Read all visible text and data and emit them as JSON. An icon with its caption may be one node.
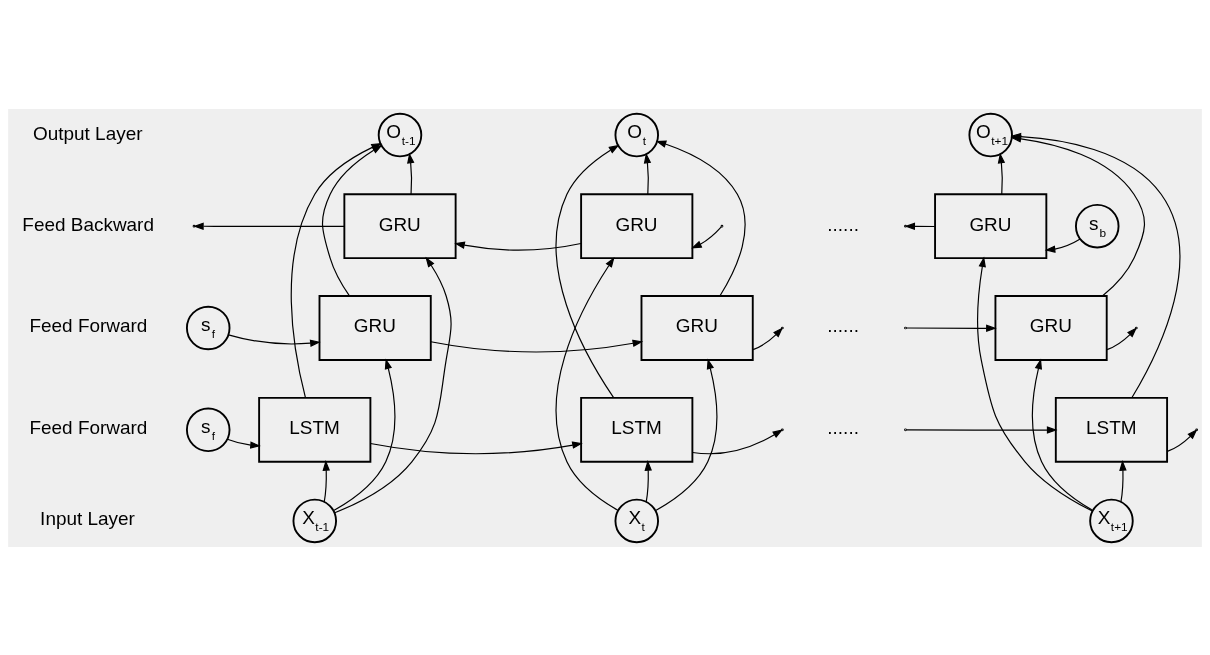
{
  "diagram": {
    "nodes": [
      {
        "text": [
          "O$_{t-1}$"
        ]
      },
      {
        "text": [
          "O$_{t}$"
        ]
      },
      {
        "text": [
          "O$_{t+1}$"
        ]
      },
      {
        "text": [
          "GRU"
        ]
      },
      {
        "text": [
          "GRU"
        ]
      },
      {
        "text": [
          "GRU"
        ]
      },
      {
        "text": [
          "s$_{b}$"
        ]
      },
      {
        "text": [
          "s$_{f}$"
        ]
      },
      {
        "text": [
          "GRU"
        ]
      },
      {
        "text": [
          "GRU"
        ]
      },
      {
        "text": [
          "GRU"
        ]
      },
      {
        "text": [
          "s$_{f}$"
        ]
      },
      {
        "text": [
          "LSTM"
        ]
      },
      {
        "text": [
          "LSTM"
        ]
      },
      {
        "text": [
          "LSTM"
        ]
      },
      {
        "text": [
          "X$_{t-1}$"
        ]
      },
      {
        "text": [
          "X$_{t}$"
        ]
      },
      {
        "text": [
          "X$_{t+1}$"
        ]
      }
    ],
    "edges": [
      {
        "from": 15,
        "to": 12,
        "arrow": "to"
      },
      {
        "from": 15,
        "to": 8,
        "arrow": "to"
      },
      {
        "from": 15,
        "to": 3,
        "arrow": "to"
      },
      {
        "from": 3,
        "to": 0,
        "arrow": "to"
      },
      {
        "from": 8,
        "to": 0,
        "arrow": "to"
      },
      {
        "from": 12,
        "to": 0,
        "arrow": "to"
      },
      {
        "from": 16,
        "to": 13,
        "arrow": "to"
      },
      {
        "from": 16,
        "to": 9,
        "arrow": "to"
      },
      {
        "from": 16,
        "to": 4,
        "arrow": "to"
      },
      {
        "from": 4,
        "to": 1,
        "arrow": "to"
      },
      {
        "from": 9,
        "to": 1,
        "arrow": "to"
      },
      {
        "from": 13,
        "to": 1,
        "arrow": "to"
      },
      {
        "from": 17,
        "to": 14,
        "arrow": "to"
      },
      {
        "from": 17,
        "to": 10,
        "arrow": "to"
      },
      {
        "from": 17,
        "to": 5,
        "arrow": "to"
      },
      {
        "from": 5,
        "to": 2,
        "arrow": "to"
      },
      {
        "from": 10,
        "to": 2,
        "arrow": "to"
      },
      {
        "from": 14,
        "to": 2,
        "arrow": "to"
      },
      {
        "from": 7,
        "to": 8,
        "arrow": "to"
      },
      {
        "from": 11,
        "to": 12,
        "arrow": "to"
      },
      {
        "from": 8,
        "to": 9,
        "arrow": "to"
      },
      {
        "from": 12,
        "to": 13,
        "arrow": "to"
      },
      {
        "from": 4,
        "to": 3,
        "arrow": "to"
      },
      {
        "from": 3,
        "to": null,
        "arrow": "to"
      },
      {
        "from": null,
        "to": 4,
        "arrow": "to"
      },
      {
        "from": 9,
        "to": null,
        "arrow": "to"
      },
      {
        "from": 13,
        "to": null,
        "arrow": "to"
      },
      {
        "from": null,
        "to": 10,
        "arrow": "to"
      },
      {
        "from": null,
        "to": 14,
        "arrow": "to"
      },
      {
        "from": 10,
        "to": null,
        "arrow": "to"
      },
      {
        "from": 14,
        "to": null,
        "arrow": "to"
      },
      {
        "from": 5,
        "to": null,
        "arrow": "to"
      },
      {
        "from": 6,
        "to": 5,
        "arrow": "to"
      }
    ],
    "labels": [
      "Output Layer",
      "Feed Backward",
      "Feed Forward",
      "Feed Forward",
      "Input Layer",
      "......",
      "......",
      "......"
    ]
  }
}
